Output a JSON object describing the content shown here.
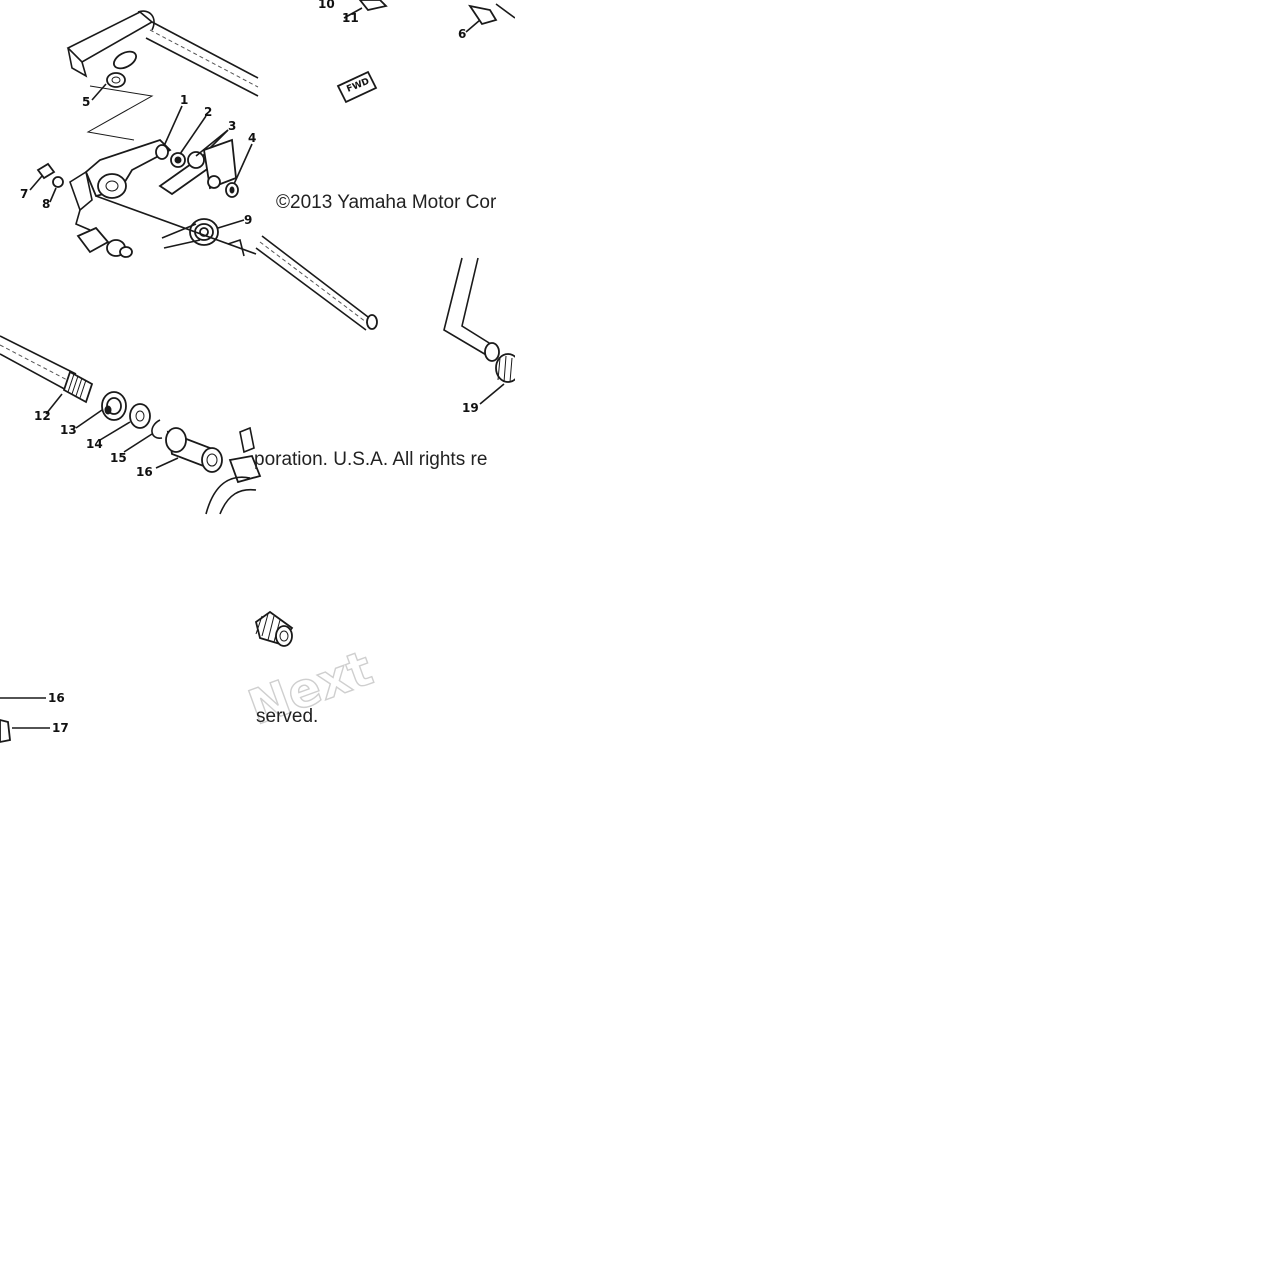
{
  "diagram": {
    "copyright_line_1": "©2013 Yamaha Motor Cor",
    "copyright_line_2": "poration. U.S.A. All rights re",
    "copyright_line_3": "served.",
    "fwd_marker": "FWD",
    "watermark_text": "Next",
    "part_numbers": {
      "p1": "1",
      "p2": "2",
      "p3": "3",
      "p4": "4",
      "p5": "5",
      "p6": "6",
      "p7": "7",
      "p8": "8",
      "p9": "9",
      "p10": "10",
      "p11": "11",
      "p12": "12",
      "p13": "13",
      "p14": "14",
      "p15": "15",
      "p16": "16",
      "p16b": "16",
      "p17": "17",
      "p19": "19"
    }
  }
}
